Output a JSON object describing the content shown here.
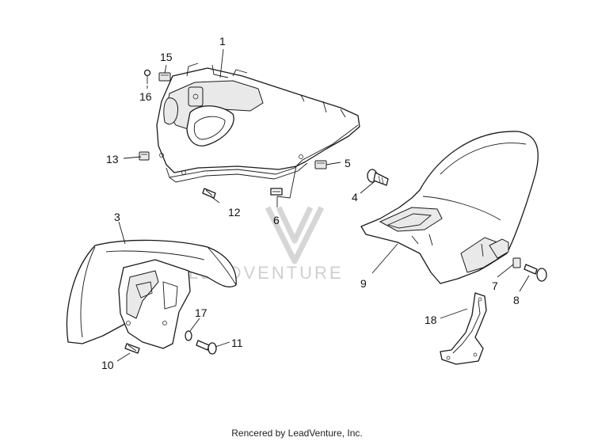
{
  "callouts": {
    "c1": "1",
    "c2": "3",
    "c3": "4",
    "c4": "5",
    "c5": "6",
    "c6": "7",
    "c7": "8",
    "c8": "9",
    "c9": "10",
    "c10": "11",
    "c11": "12",
    "c12": "13",
    "c13": "15",
    "c14": "16",
    "c15": "17",
    "c16": "18"
  },
  "watermark": {
    "text": "LEADVENTURE"
  },
  "footer": {
    "credit": "Rencered by LeadVenture, Inc."
  },
  "colors": {
    "line": "#1a1a1a",
    "shade": "#e9e9e9",
    "watermark": "#cfcfcf"
  }
}
